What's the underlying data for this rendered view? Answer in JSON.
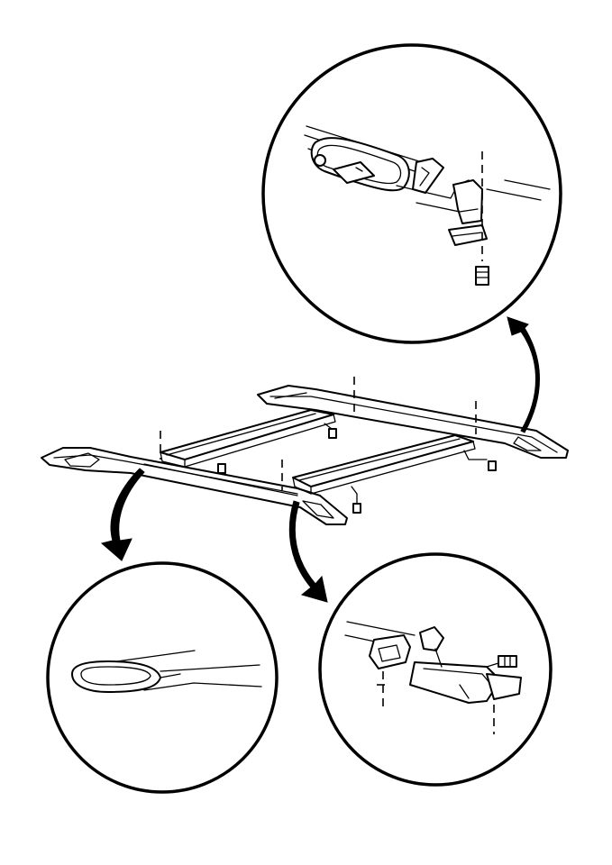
{
  "figure": {
    "background": "#ffffff",
    "ink": "#000000",
    "views": [
      {
        "id": "main",
        "subject": "roof-rack-assembly"
      },
      {
        "id": "detail-rear-support",
        "subject": "side-rail-end-support"
      },
      {
        "id": "detail-rail-end",
        "subject": "side-rail-end-cap"
      },
      {
        "id": "detail-crossbar-end",
        "subject": "crossbar-end-clamp"
      }
    ],
    "callout_arrows": 3
  }
}
